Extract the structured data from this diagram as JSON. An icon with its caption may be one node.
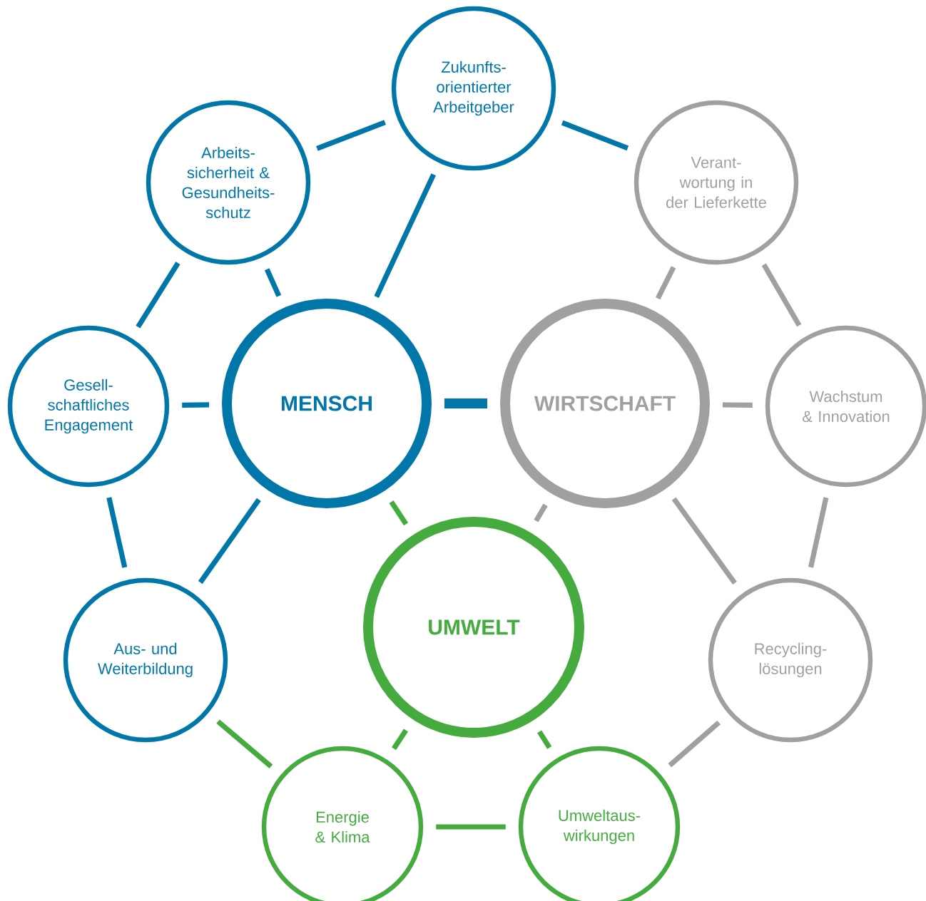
{
  "diagram": {
    "nodes": [
      {
        "text": [
          "MENSCH"
        ]
      },
      {
        "text": [
          "WIRTSCHAFT"
        ]
      },
      {
        "text": [
          "UMWELT"
        ]
      },
      {
        "text": [
          "Zukunfts- orientierter Arbeitgeber"
        ]
      },
      {
        "text": [
          "Arbeits- sicherheit & Gesundheits- schutz"
        ]
      },
      {
        "text": [
          "Gesell- schaftliches Engagement"
        ]
      },
      {
        "text": [
          "Aus- und Weiterbildung"
        ]
      },
      {
        "text": [
          "Energie & Klima"
        ]
      },
      {
        "text": [
          "Umweltaus- wirkungen"
        ]
      },
      {
        "text": [
          "Recycling- lösungen"
        ]
      },
      {
        "text": [
          "Wachstum & Innovation"
        ]
      },
      {
        "text": [
          "Verant- wortung in der Lieferkette"
        ]
      }
    ],
    "edges": [
      {
        "from": 0,
        "to": 3,
        "arrow": "none"
      },
      {
        "from": 0,
        "to": 4,
        "arrow": "none"
      },
      {
        "from": 0,
        "to": 5,
        "arrow": "none"
      },
      {
        "from": 0,
        "to": 6,
        "arrow": "none"
      },
      {
        "from": 0,
        "to": 1,
        "arrow": "none",
        "style": "thick"
      },
      {
        "from": 0,
        "to": 2,
        "arrow": "none",
        "color": "#45ab3f"
      },
      {
        "from": 1,
        "to": 2,
        "arrow": "none",
        "color": "#a0a0a0"
      },
      {
        "from": 1,
        "to": 11,
        "arrow": "none",
        "color": "#a0a0a0"
      },
      {
        "from": 1,
        "to": 10,
        "arrow": "none",
        "color": "#a0a0a0"
      },
      {
        "from": 1,
        "to": 9,
        "arrow": "none",
        "color": "#a0a0a0"
      },
      {
        "from": 2,
        "to": 7,
        "arrow": "none",
        "color": "#45ab3f"
      },
      {
        "from": 2,
        "to": 8,
        "arrow": "none",
        "color": "#45ab3f"
      },
      {
        "from": 3,
        "to": 4,
        "arrow": "none"
      },
      {
        "from": 4,
        "to": 5,
        "arrow": "none"
      },
      {
        "from": 5,
        "to": 6,
        "arrow": "none"
      },
      {
        "from": 6,
        "to": 7,
        "arrow": "none",
        "color": "#45ab3f"
      },
      {
        "from": 7,
        "to": 8,
        "arrow": "none",
        "color": "#45ab3f"
      },
      {
        "from": 8,
        "to": 9,
        "arrow": "none",
        "color": "#a0a0a0"
      },
      {
        "from": 9,
        "to": 10,
        "arrow": "none",
        "color": "#a0a0a0"
      },
      {
        "from": 10,
        "to": 11,
        "arrow": "none",
        "color": "#a0a0a0"
      },
      {
        "from": 11,
        "to": 3,
        "arrow": "none"
      }
    ]
  }
}
